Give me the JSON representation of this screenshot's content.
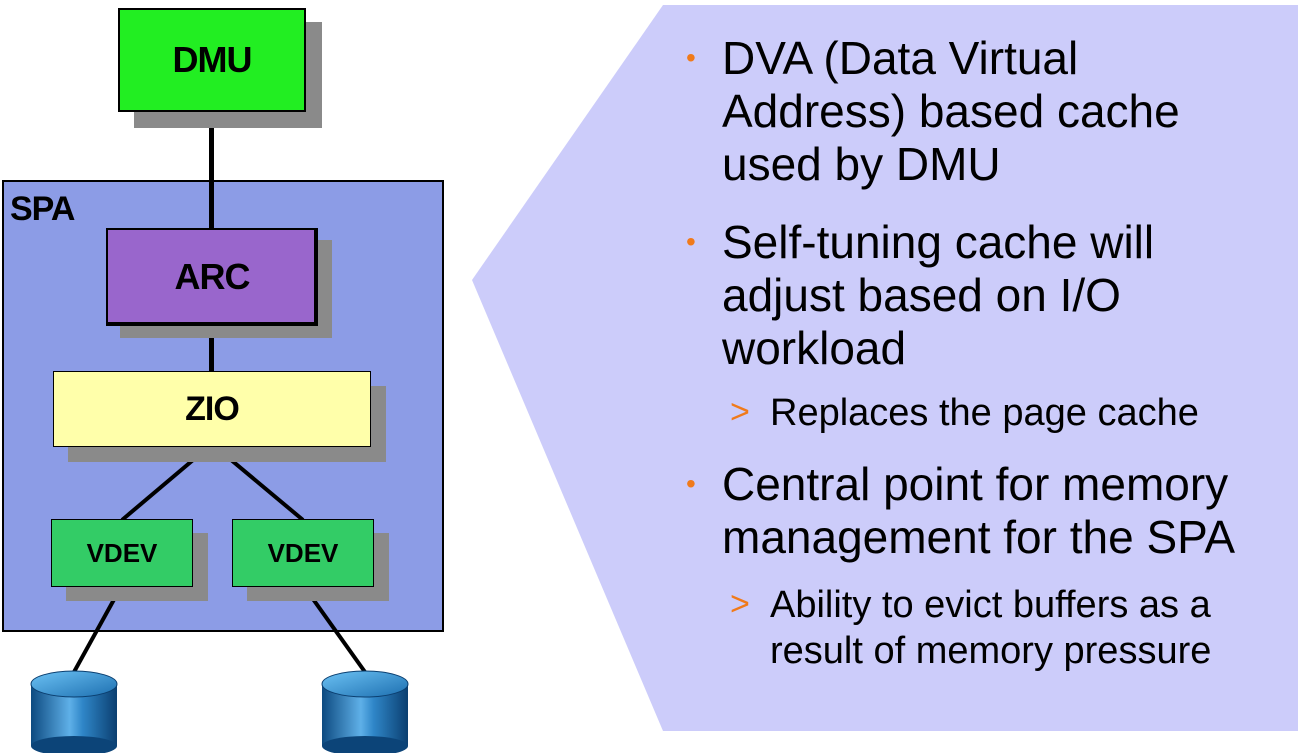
{
  "diagram": {
    "dmu_label": "DMU",
    "spa_label": "SPA",
    "arc_label": "ARC",
    "zio_label": "ZIO",
    "vdev_left_label": "VDEV",
    "vdev_right_label": "VDEV",
    "colors": {
      "dmu": "#22ee22",
      "spa": "#8c9ce6",
      "arc": "#9966cc",
      "zio": "#ffffaa",
      "vdev": "#33cc66",
      "disk": "#1d6fb0"
    }
  },
  "panel": {
    "background": "#ccccfa",
    "bullet_color": "#f07a1a",
    "bullets": [
      {
        "lines": [
          "DVA (Data Virtual",
          "Address) based cache",
          "used by DMU"
        ],
        "subs": []
      },
      {
        "lines": [
          "Self-tuning cache will",
          "adjust based on I/O",
          "workload"
        ],
        "subs": [
          {
            "lines": [
              "Replaces the page cache"
            ]
          }
        ]
      },
      {
        "lines": [
          "Central point for memory",
          "management for the SPA"
        ],
        "subs": [
          {
            "lines": [
              "Ability to evict buffers as a",
              "result of memory pressure"
            ]
          }
        ]
      }
    ],
    "bullet_glyph": "•",
    "sub_glyph": ">"
  }
}
